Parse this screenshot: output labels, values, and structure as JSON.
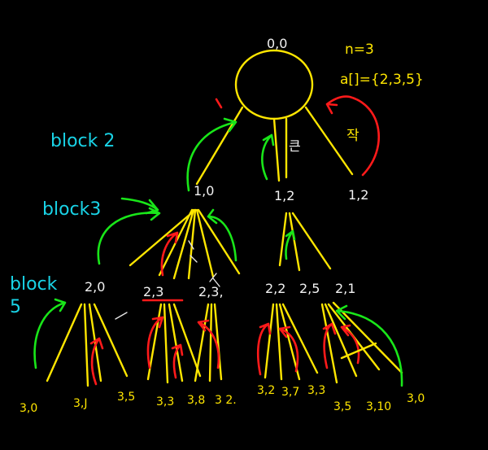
{
  "params": {
    "n_label": "n=3",
    "array_label": "a[]={2,3,5}"
  },
  "blocks": [
    {
      "id": "block2",
      "label": "block 2"
    },
    {
      "id": "block3",
      "label": "block3"
    },
    {
      "id": "block5_a",
      "label": "block"
    },
    {
      "id": "block5_b",
      "label": "5"
    }
  ],
  "annotations": {
    "left_mark": "큰",
    "right_mark": "작"
  },
  "tree": {
    "root": "0,0",
    "level1": [
      "1,0",
      "1,2",
      "1,2"
    ],
    "level2": [
      "2,0",
      "2,3",
      "2,3,",
      "2,2",
      "2,5",
      "2,1"
    ],
    "leaves": [
      "3,0",
      "3,J",
      "3,5",
      "3,3",
      "3,8",
      "3 2.",
      "3,2",
      "3,7",
      "3,3",
      "3,5",
      "3,10",
      "3,0"
    ]
  },
  "colors": {
    "yellow": "#ffe600",
    "green": "#19e619",
    "red": "#ff1a1a",
    "cyan": "#19d3e6",
    "white": "#f2f2f2"
  }
}
